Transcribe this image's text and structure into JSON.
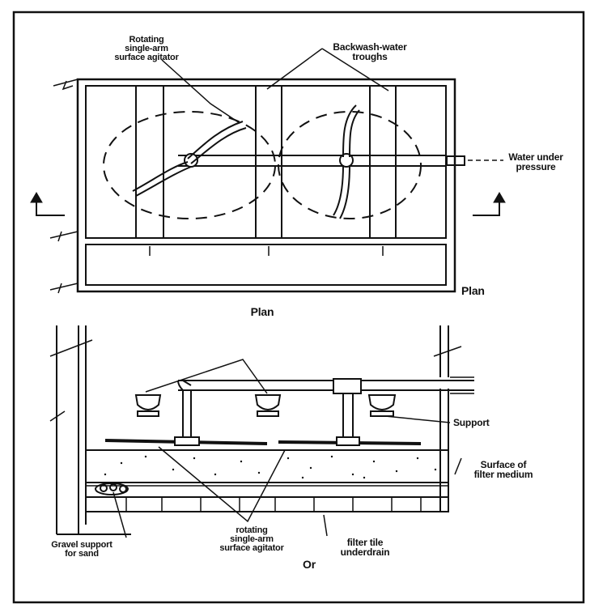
{
  "diagram": {
    "top_view": {
      "agitator_label": [
        "Rotating",
        "single-arm",
        "surface agitator"
      ],
      "troughs_label": [
        "Backwash-water",
        "troughs"
      ],
      "water_label": [
        "Water under",
        "pressure"
      ],
      "plan_right_label": "Plan",
      "plan_center_label": "Plan"
    },
    "section_view": {
      "support_label": "Support",
      "surface_label": [
        "Surface of",
        "filter medium"
      ],
      "gravel_label": [
        "Gravel support",
        "for sand"
      ],
      "agitator_label": [
        "rotating",
        "single-arm",
        "surface agitator"
      ],
      "underdrain_label": [
        "filter tile",
        "underdrain"
      ],
      "or_label": "Or"
    }
  },
  "colors": {
    "ink": "#111111",
    "background": "#ffffff"
  }
}
